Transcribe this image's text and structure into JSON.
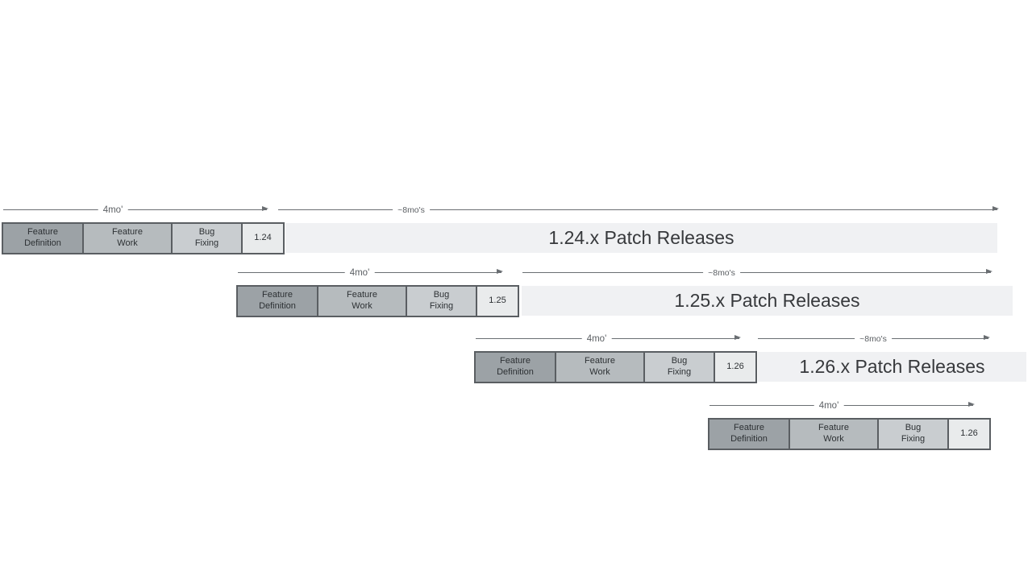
{
  "colors": {
    "feature_definition_fill": "#9ca2a6",
    "feature_work_fill": "#b6bbbe",
    "bug_fixing_fill": "#c9cdd0",
    "version_fill": "#e9ebec",
    "patch_bar_fill": "#f0f1f3",
    "box_border": "#5a5e62",
    "arrow": "#6a6e72",
    "label_text": "#5b5f63",
    "box_text": "#2d3134",
    "patch_text": "#37393c"
  },
  "rows": [
    {
      "version": "1.24",
      "dev_arrow_label": "4mo'",
      "patch_arrow_label": "~8mo's",
      "phases": [
        {
          "l1": "Feature",
          "l2": "Definition"
        },
        {
          "l1": "Feature",
          "l2": "Work"
        },
        {
          "l1": "Bug",
          "l2": "Fixing"
        }
      ],
      "patch_bar_label": "1.24.x Patch Releases"
    },
    {
      "version": "1.25",
      "dev_arrow_label": "4mo'",
      "patch_arrow_label": "~8mo's",
      "phases": [
        {
          "l1": "Feature",
          "l2": "Definition"
        },
        {
          "l1": "Feature",
          "l2": "Work"
        },
        {
          "l1": "Bug",
          "l2": "Fixing"
        }
      ],
      "patch_bar_label": "1.25.x Patch Releases"
    },
    {
      "version": "1.26",
      "dev_arrow_label": "4mo'",
      "patch_arrow_label": "~8mo's",
      "phases": [
        {
          "l1": "Feature",
          "l2": "Definition"
        },
        {
          "l1": "Feature",
          "l2": "Work"
        },
        {
          "l1": "Bug",
          "l2": "Fixing"
        }
      ],
      "patch_bar_label": "1.26.x Patch Releases"
    },
    {
      "version": "1.26",
      "dev_arrow_label": "4mo'",
      "phases": [
        {
          "l1": "Feature",
          "l2": "Definition"
        },
        {
          "l1": "Feature",
          "l2": "Work"
        },
        {
          "l1": "Bug",
          "l2": "Fixing"
        }
      ]
    }
  ]
}
